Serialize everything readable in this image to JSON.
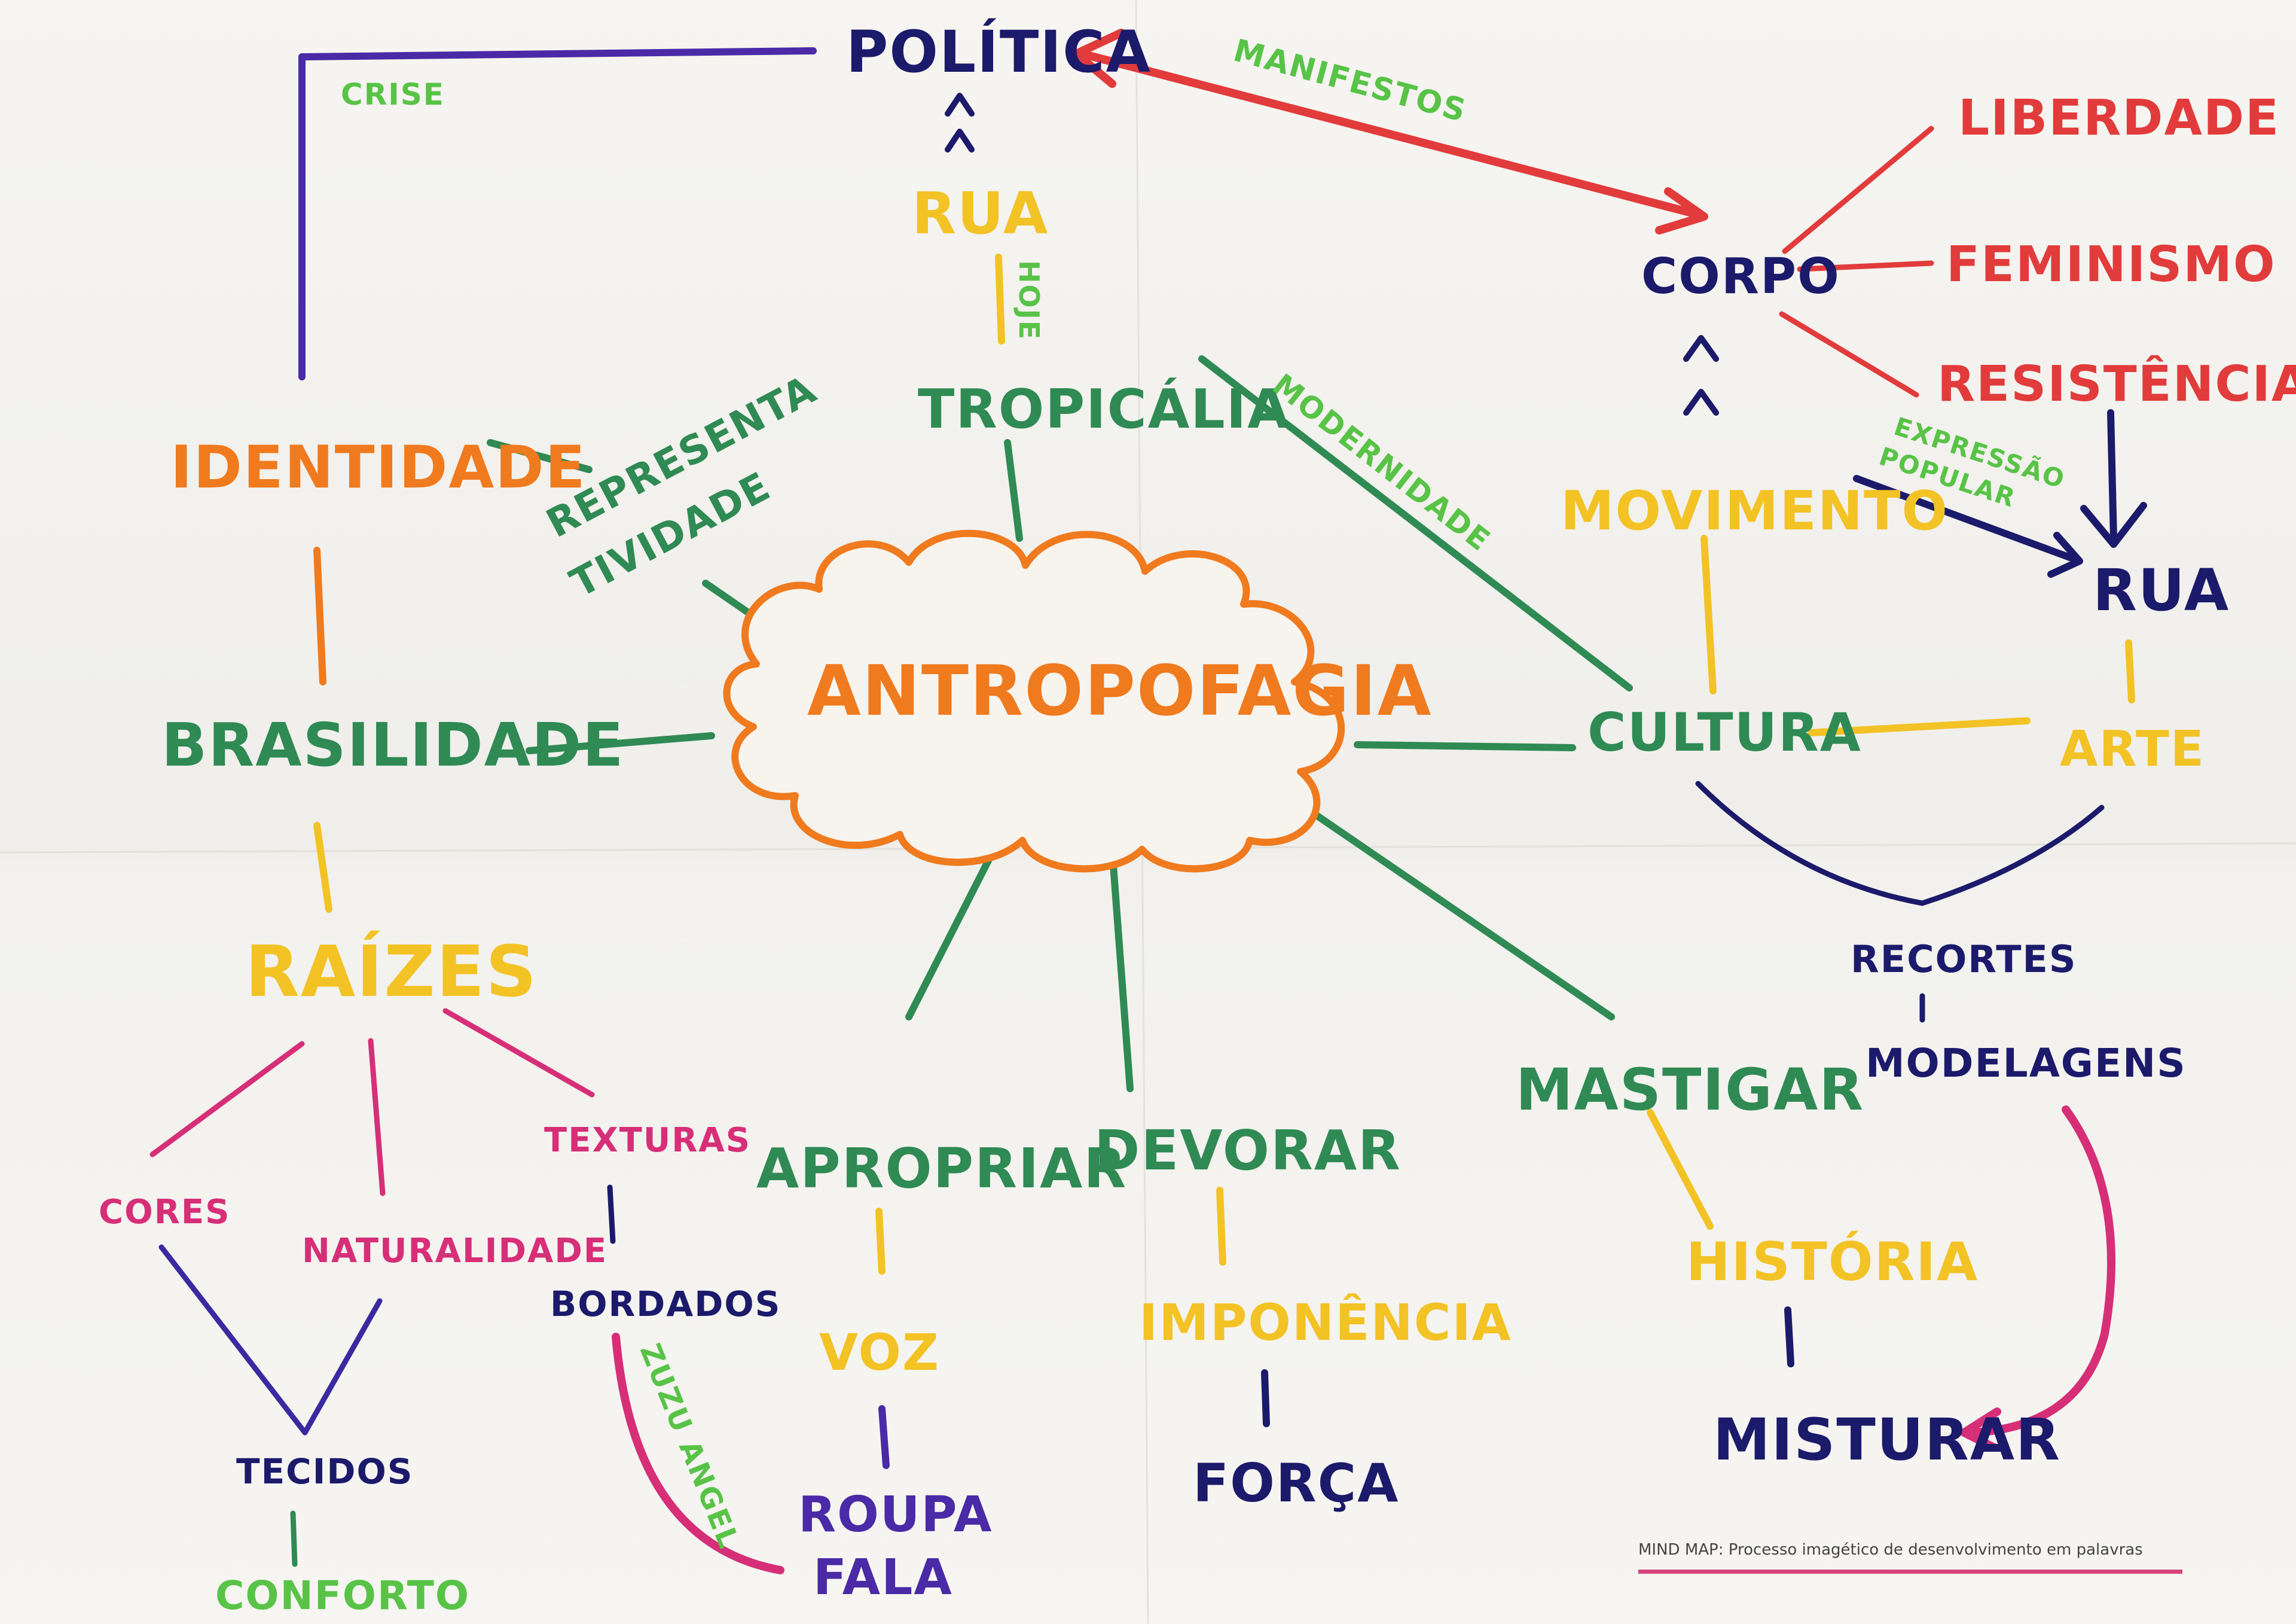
{
  "palette": {
    "navy": "#1c1a6b",
    "red": "#e23b3b",
    "orange": "#f07a1e",
    "yellow": "#f3c224",
    "green": "#2f8a54",
    "lime": "#58c347",
    "magenta": "#d62f78",
    "purple": "#4a2aa6"
  },
  "nodes": {
    "politica": "POLÍTICA",
    "crise": "CRISE",
    "manifestos": "MANIFESTOS",
    "liberdade": "LIBERDADE",
    "feminismo": "FEMINISMO",
    "resistencia": "RESISTÊNCIA",
    "corpo": "CORPO",
    "rua_top": "RUA",
    "hoje": "HOJE",
    "tropicalia": "TROPICÁLIA",
    "modernidade": "MODERNIDADE",
    "movimento": "MOVIMENTO",
    "expressao_popular_1": "EXPRESSÃO",
    "expressao_popular_2": "POPULAR",
    "rua_right": "RUA",
    "identidade": "IDENTIDADE",
    "representatividade_1": "REPRESENTA",
    "representatividade_2": "TIVIDADE",
    "antropofagia": "ANTROPOFAGIA",
    "brasilidade": "BRASILIDADE",
    "cultura": "CULTURA",
    "arte": "ARTE",
    "raizes": "RAÍZES",
    "recortes": "RECORTES",
    "modelagens": "MODELAGENS",
    "cores": "CORES",
    "naturalidade": "NATURALIDADE",
    "texturas": "TEXTURAS",
    "bordados": "BORDADOS",
    "zuzu_angel": "ZUZU ANGEL",
    "tecidos": "TECIDOS",
    "conforto": "CONFORTO",
    "apropriar": "APROPRIAR",
    "devorar": "DEVORAR",
    "mastigar": "MASTIGAR",
    "voz": "VOZ",
    "imponencia": "IMPONÊNCIA",
    "historia": "HISTÓRIA",
    "roupa": "ROUPA",
    "fala": "FALA",
    "forca": "FORÇA",
    "misturar": "MISTURAR"
  },
  "caption": "MIND MAP: Processo imagético de desenvolvimento em palavras"
}
